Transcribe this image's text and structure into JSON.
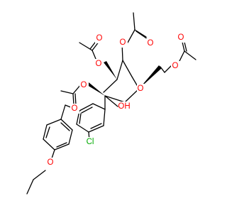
{
  "molecule": {
    "atom_labels": {
      "o_ring": "O",
      "oh": "OH",
      "cl": "Cl",
      "o_ether": "O",
      "o_ester_1": "O",
      "o_carbonyl_1": "O",
      "o_ester_2": "O",
      "o_carbonyl_2": "O",
      "o_ester_3": "O",
      "o_carbonyl_3": "O",
      "o_ester_4": "O",
      "o_carbonyl_4": "O"
    },
    "colors": {
      "bond": "#000000",
      "oxygen": "#ff0000",
      "chlorine": "#00aa00",
      "background": "#ffffff"
    }
  }
}
